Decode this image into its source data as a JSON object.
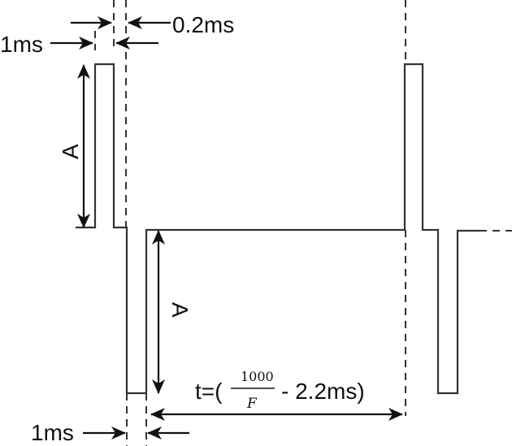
{
  "labels": {
    "pulse_width_top": "1ms",
    "gap": "0.2ms",
    "amplitude_positive": "A",
    "amplitude_negative": "A",
    "pulse_width_bottom": "1ms",
    "interval_prefix": "t=(",
    "interval_numerator": "1000",
    "interval_denominator": "F",
    "interval_suffix": "- 2.2ms)"
  },
  "colors": {
    "line": "#333333",
    "background": "#ffffff"
  }
}
